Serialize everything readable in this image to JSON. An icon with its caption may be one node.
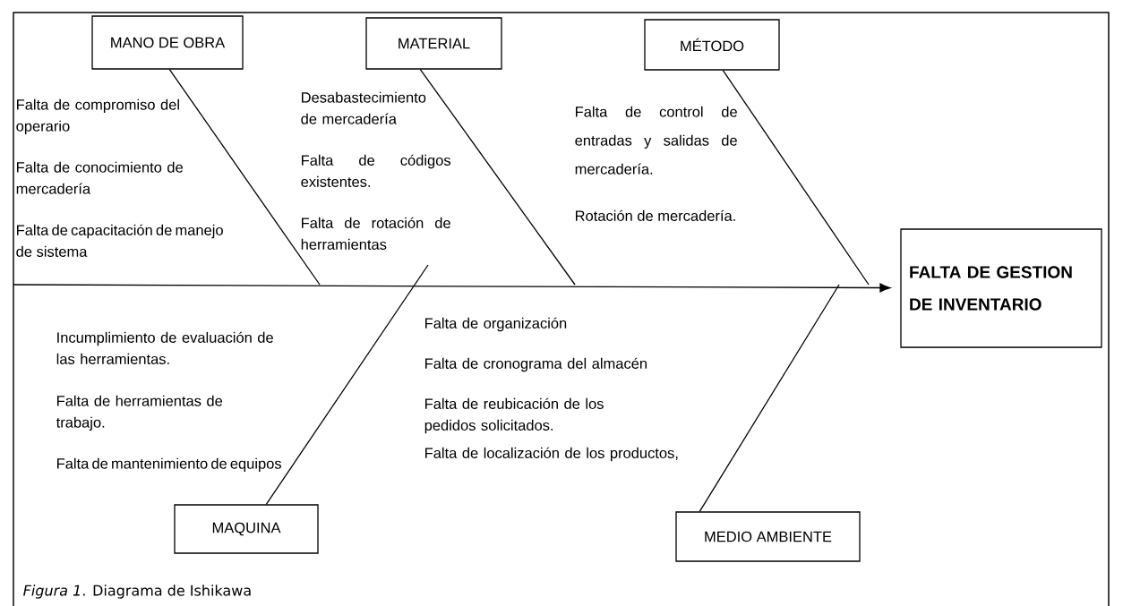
{
  "diagram": {
    "caption": "*Figura 1*. Diagrama de Ishikawa",
    "nodes": [
      {
        "text": [
          "MANO DE OBRA"
        ]
      },
      {
        "text": [
          "MATERIAL"
        ]
      },
      {
        "text": [
          "MÉTODO"
        ]
      },
      {
        "text": [
          "FALTA DE GESTION DE INVENTARIO"
        ]
      },
      {
        "text": [
          "MAQUINA"
        ]
      },
      {
        "text": [
          "MEDIO AMBIENTE"
        ]
      }
    ],
    "edges": [
      {
        "from": null,
        "to": 3,
        "arrow": "to"
      },
      {
        "from": 0,
        "to": null,
        "arrow": "none"
      },
      {
        "from": 1,
        "to": null,
        "arrow": "none"
      },
      {
        "from": 2,
        "to": null,
        "arrow": "none"
      },
      {
        "from": 4,
        "to": null,
        "arrow": "none"
      },
      {
        "from": 5,
        "to": null,
        "arrow": "none"
      }
    ],
    "labels": [
      "Falta de compromiso del operario",
      "Falta de conocimiento de mercadería",
      "Falta de capacitación de manejo de sistema",
      "Desabastecimiento de mercadería",
      "Falta de códigos existentes.",
      "Falta de rotación de herramientas",
      "Falta de control de entradas y salidas de mercadería.",
      "Rotación de mercadería.",
      "Incumplimiento de evaluación de las herramientas.",
      "Falta de herramientas de trabajo.",
      "Falta de mantenimiento de equipos",
      "Falta de organización",
      "Falta de cronograma del almacén",
      "Falta de reubicación de los pedidos solicitados.",
      "Falta de localización de los productos,"
    ]
  }
}
